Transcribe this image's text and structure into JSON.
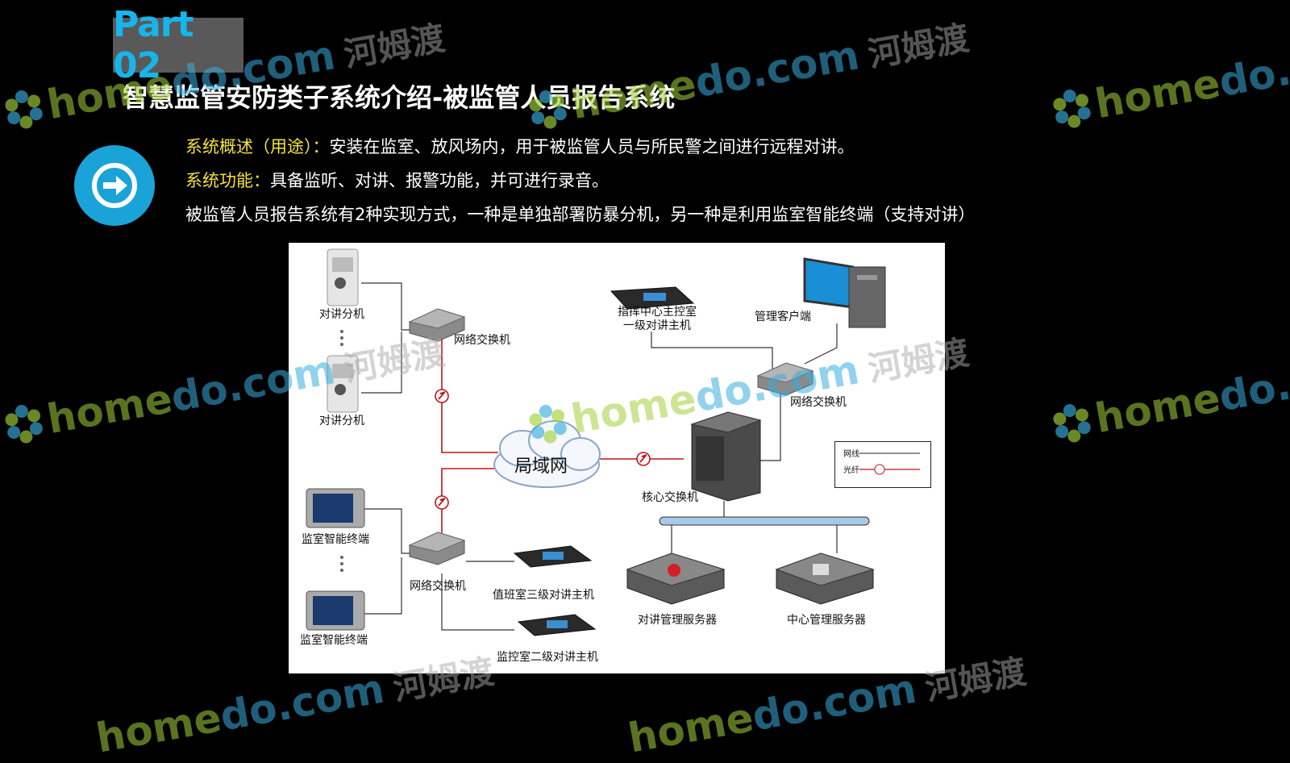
{
  "header": {
    "part": "Part 02",
    "title": "智慧监管安防类子系统介绍-被监管人员报告系统"
  },
  "description": {
    "overview_label": "系统概述（用途）：",
    "overview_text": "安装在监室、放风场内，用于被监管人员与所民警之间进行远程对讲。",
    "function_label": "系统功能：",
    "function_text": "具备监听、对讲、报警功能，并可进行录音。",
    "implementation": "被监管人员报告系统有2种实现方式，一种是单独部署防暴分机，另一种是利用监室智能终端（支持对讲）"
  },
  "diagram": {
    "intercom_ext_1": "对讲分机",
    "intercom_ext_2": "对讲分机",
    "switch_1": "网络交换机",
    "switch_2": "网络交换机",
    "switch_3": "网络交换机",
    "command_host_line1": "指挥中心主控室",
    "command_host_line2": "一级对讲主机",
    "mgmt_client": "管理客户端",
    "lan": "局域网",
    "core_switch": "核心交换机",
    "cell_terminal_1": "监室智能终端",
    "cell_terminal_2": "监室智能终端",
    "duty_host": "值班室三级对讲主机",
    "monitor_host": "监控室二级对讲主机",
    "intercom_server": "对讲管理服务器",
    "center_server": "中心管理服务器",
    "legend_network": "网线",
    "legend_fiber": "光纤"
  },
  "watermark": {
    "brand_g": "home",
    "brand_b": "do.com",
    "cn": "河姆渡"
  },
  "colors": {
    "accent_blue": "#16b5ec",
    "label_yellow": "#f5e23c",
    "fiber_red": "#c0141c"
  }
}
